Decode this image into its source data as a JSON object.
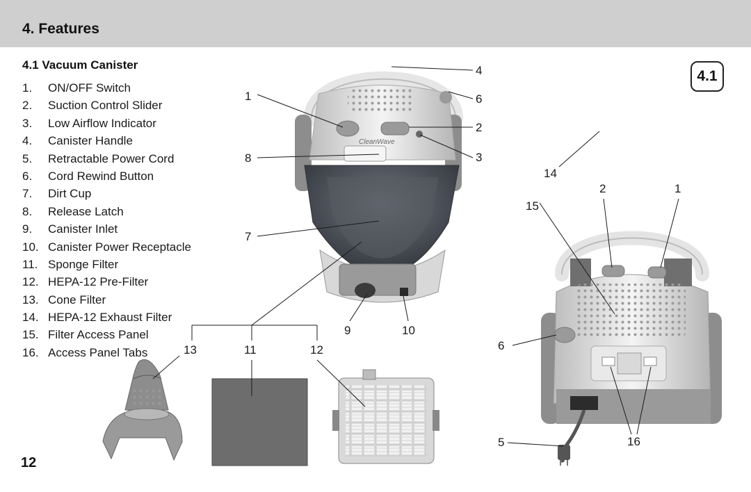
{
  "section": {
    "title": "4. Features"
  },
  "subsection": {
    "title": "4.1  Vacuum Canister"
  },
  "features": [
    {
      "num": "1.",
      "label": "ON/OFF Switch"
    },
    {
      "num": "2.",
      "label": "Suction Control Slider"
    },
    {
      "num": "3.",
      "label": "Low Airflow Indicator"
    },
    {
      "num": "4.",
      "label": "Canister Handle"
    },
    {
      "num": "5.",
      "label": "Retractable Power Cord"
    },
    {
      "num": "6.",
      "label": "Cord Rewind Button"
    },
    {
      "num": "7.",
      "label": "Dirt Cup"
    },
    {
      "num": "8.",
      "label": "Release Latch"
    },
    {
      "num": "9.",
      "label": "Canister Inlet"
    },
    {
      "num": "10.",
      "label": "Canister Power Receptacle"
    },
    {
      "num": "11.",
      "label": "Sponge Filter"
    },
    {
      "num": "12.",
      "label": "HEPA-12 Pre-Filter"
    },
    {
      "num": "13.",
      "label": "Cone Filter"
    },
    {
      "num": "14.",
      "label": "HEPA-12 Exhaust Filter"
    },
    {
      "num": "15.",
      "label": "Filter Access Panel"
    },
    {
      "num": "16.",
      "label": "Access Panel Tabs"
    }
  ],
  "figure_badge": "4.1",
  "page_number": "12",
  "product_logo": "CleanWave",
  "callouts": {
    "front_1": "1",
    "front_4": "4",
    "front_6": "6",
    "front_2": "2",
    "front_3": "3",
    "front_8": "8",
    "front_7": "7",
    "front_9": "9",
    "front_10": "10",
    "filter_13": "13",
    "filter_11": "11",
    "filter_12": "12",
    "back_14": "14",
    "back_15": "15",
    "back_2": "2",
    "back_1": "1",
    "back_6": "6",
    "back_5": "5",
    "back_16": "16"
  },
  "colors": {
    "header": "#cfcfcf",
    "device_body": "#e8e8e8",
    "accent_grey": "#9a9a9a",
    "dark_cup": "#4a4f57"
  }
}
